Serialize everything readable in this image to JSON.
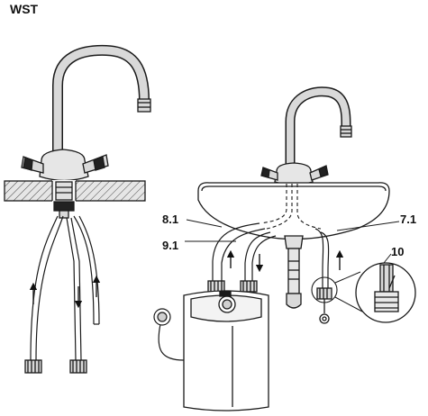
{
  "title": "WST",
  "callouts": {
    "c81": "8.1",
    "c91": "9.1",
    "c71": "7.1",
    "c10": "10"
  },
  "colors": {
    "line": "#1a1a1a",
    "metal": "#d9d9d9",
    "metal_dark": "#9a9a9a",
    "background": "#ffffff"
  }
}
